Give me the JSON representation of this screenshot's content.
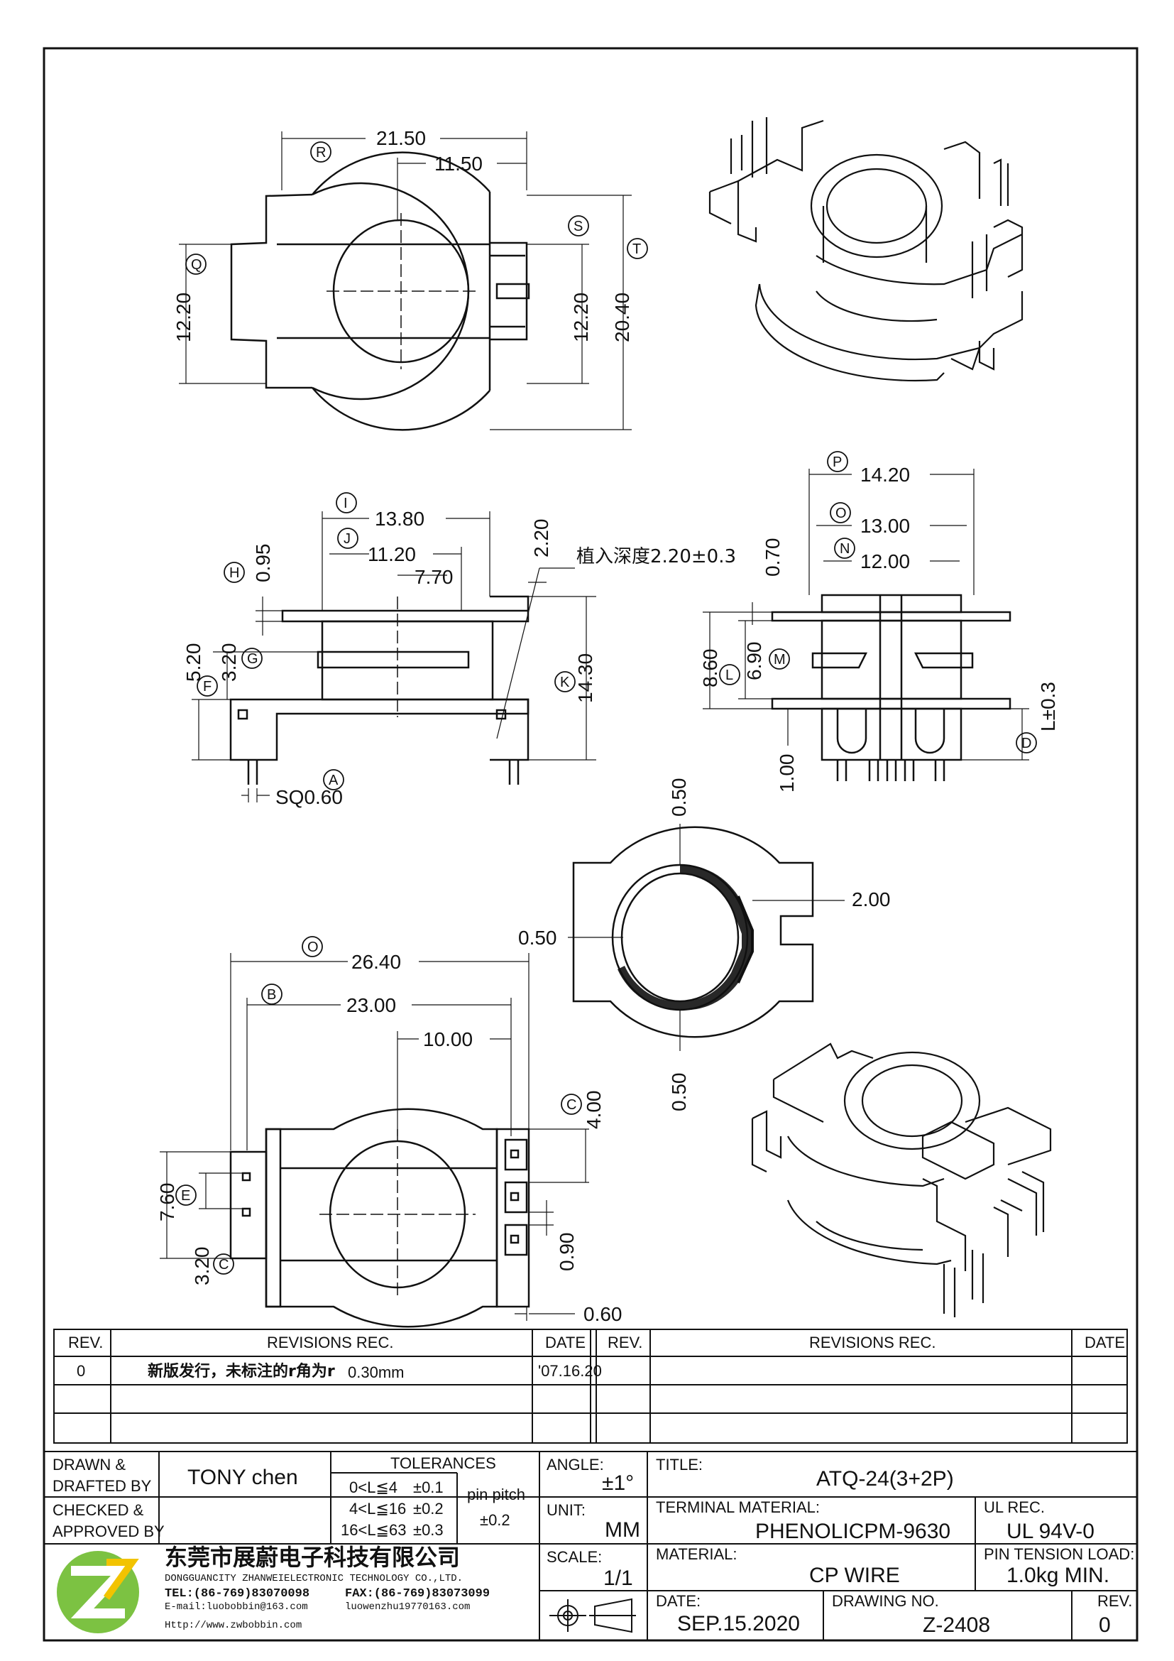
{
  "drawing": {
    "top_view": {
      "dims": [
        "21.50",
        "11.50",
        "12.20",
        "12.20",
        "20.40"
      ],
      "markers": [
        "R",
        "Q",
        "S",
        "T"
      ]
    },
    "side_view": {
      "dims": [
        "13.80",
        "11.20",
        "7.70",
        "0.95",
        "5.20",
        "3.20",
        "14.30",
        "2.20",
        "SQ0.60"
      ],
      "markers": [
        "I",
        "J",
        "H",
        "G",
        "F",
        "K",
        "A"
      ],
      "note": "植入深度2.20±0.3"
    },
    "front_view": {
      "dims": [
        "14.20",
        "13.00",
        "12.00",
        "0.70",
        "8.60",
        "6.90",
        "1.00",
        "L±0.3"
      ],
      "markers": [
        "P",
        "O",
        "N",
        "L",
        "M",
        "D"
      ]
    },
    "section_view": {
      "dims": [
        "0.50",
        "0.50",
        "0.50",
        "2.00"
      ]
    },
    "bottom_view": {
      "dims": [
        "26.40",
        "23.00",
        "10.00",
        "4.00",
        "7.60",
        "3.20",
        "0.90",
        "0.60"
      ],
      "markers": [
        "O",
        "B",
        "C",
        "E",
        "C"
      ]
    }
  },
  "revisions": {
    "headers": [
      "REV.",
      "REVISIONS REC.",
      "DATE",
      "REV.",
      "REVISIONS REC.",
      "DATE"
    ],
    "rows": [
      {
        "rev": "0",
        "rec_cn": "新版发行，未标注的r角为r",
        "rec_val": "0.30mm",
        "date": "'07.16.20"
      }
    ]
  },
  "title_block": {
    "drawn_label": "DRAWN &",
    "drafted_label": "DRAFTED BY",
    "drawn_value": "TONY chen",
    "checked_label": "CHECKED &",
    "approved_label": "APPROVED BY",
    "tolerances_label": "TOLERANCES",
    "tol_rows": [
      {
        "range": "0<L≦4",
        "tol": "±0.1"
      },
      {
        "range": "4<L≦16",
        "tol": "±0.2"
      },
      {
        "range": "16<L≦63",
        "tol": "±0.3"
      }
    ],
    "pin_pitch_label": "pin pitch",
    "pin_pitch_value": "±0.2",
    "angle_label": "ANGLE:",
    "angle_value": "±1°",
    "unit_label": "UNIT:",
    "unit_value": "MM",
    "scale_label": "SCALE:",
    "scale_value": "1/1",
    "title_label": "TITLE:",
    "title_value": "ATQ-24(3+2P)",
    "terminal_label": "TERMINAL MATERIAL:",
    "terminal_value": "PHENOLICPM-9630",
    "ul_label": "UL REC.",
    "ul_value": "UL 94V-0",
    "material_label": "MATERIAL:",
    "material_value": "CP WIRE",
    "pin_tension_label": "PIN TENSION LOAD:",
    "pin_tension_value": "1.0kg MIN.",
    "date_label": "DATE:",
    "date_value": "SEP.15.2020",
    "drawing_no_label": "DRAWING NO.",
    "drawing_no_value": "Z-2408",
    "rev_label": "REV.",
    "rev_value": "0"
  },
  "company": {
    "name_cn": "东莞市展蔚电子科技有限公司",
    "name_en": "DONGGUANCITY ZHANWEIELECTRONIC TECHNOLOGY CO.,LTD.",
    "tel": "TEL:(86-769)83070098",
    "fax": "FAX:(86-769)83073099",
    "email": "E-mail:luobobbin@163.com",
    "email2": "luowenzhu19770163.com",
    "web": "Http://www.zwbobbin.com"
  },
  "colors": {
    "line": "#111111",
    "logo_green": "#7cc242",
    "logo_yellow": "#f2c300"
  }
}
